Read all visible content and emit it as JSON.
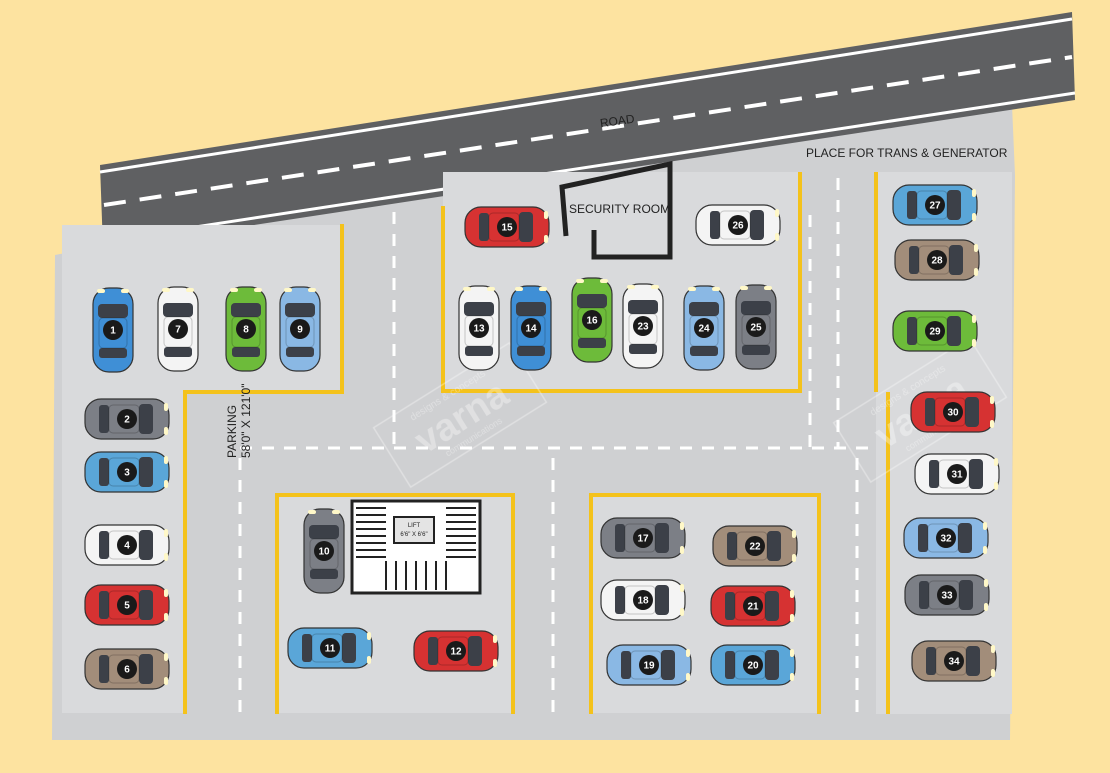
{
  "labels": {
    "road": "ROAD",
    "trans_generator": "PLACE FOR TRANS & GENERATOR",
    "security_room": "SECURITY ROOM",
    "parking_line1": "PARKING",
    "parking_line2": "58'0\" X 121'0\"",
    "lift": "LIFT",
    "lift_size": "6'6\" X 6'6\""
  },
  "watermark": {
    "brand": "varna",
    "tagline": "designs & concepts",
    "sub": "communications"
  },
  "colors": {
    "background": "#fde3a0",
    "road": "#5f6062",
    "lot": "#cfd0d2",
    "bay": "#d9dadc",
    "bay_line": "#f4c21b",
    "dash": "#ffffff"
  },
  "cars": [
    {
      "number": "1",
      "color": "#3f8fd6"
    },
    {
      "number": "2",
      "color": "#7c7f86"
    },
    {
      "number": "3",
      "color": "#5aa6d8"
    },
    {
      "number": "4",
      "color": "#f4f4f4"
    },
    {
      "number": "5",
      "color": "#d63232"
    },
    {
      "number": "6",
      "color": "#a28d7a"
    },
    {
      "number": "7",
      "color": "#f4f4f4"
    },
    {
      "number": "8",
      "color": "#6dbb3a"
    },
    {
      "number": "9",
      "color": "#8ab8e4"
    },
    {
      "number": "10",
      "color": "#7c7f86"
    },
    {
      "number": "11",
      "color": "#5aa6d8"
    },
    {
      "number": "12",
      "color": "#d63232"
    },
    {
      "number": "13",
      "color": "#f4f4f4"
    },
    {
      "number": "14",
      "color": "#3f8fd6"
    },
    {
      "number": "15",
      "color": "#d63232"
    },
    {
      "number": "16",
      "color": "#6dbb3a"
    },
    {
      "number": "17",
      "color": "#7c7f86"
    },
    {
      "number": "18",
      "color": "#f4f4f4"
    },
    {
      "number": "19",
      "color": "#8ab8e4"
    },
    {
      "number": "20",
      "color": "#5aa6d8"
    },
    {
      "number": "21",
      "color": "#d63232"
    },
    {
      "number": "22",
      "color": "#a28d7a"
    },
    {
      "number": "23",
      "color": "#f4f4f4"
    },
    {
      "number": "24",
      "color": "#8ab8e4"
    },
    {
      "number": "25",
      "color": "#7c7f86"
    },
    {
      "number": "26",
      "color": "#f4f4f4"
    },
    {
      "number": "27",
      "color": "#5aa6d8"
    },
    {
      "number": "28",
      "color": "#a28d7a"
    },
    {
      "number": "29",
      "color": "#6dbb3a"
    },
    {
      "number": "30",
      "color": "#d63232"
    },
    {
      "number": "31",
      "color": "#f4f4f4"
    },
    {
      "number": "32",
      "color": "#8ab8e4"
    },
    {
      "number": "33",
      "color": "#7c7f86"
    },
    {
      "number": "34",
      "color": "#a28d7a"
    }
  ]
}
